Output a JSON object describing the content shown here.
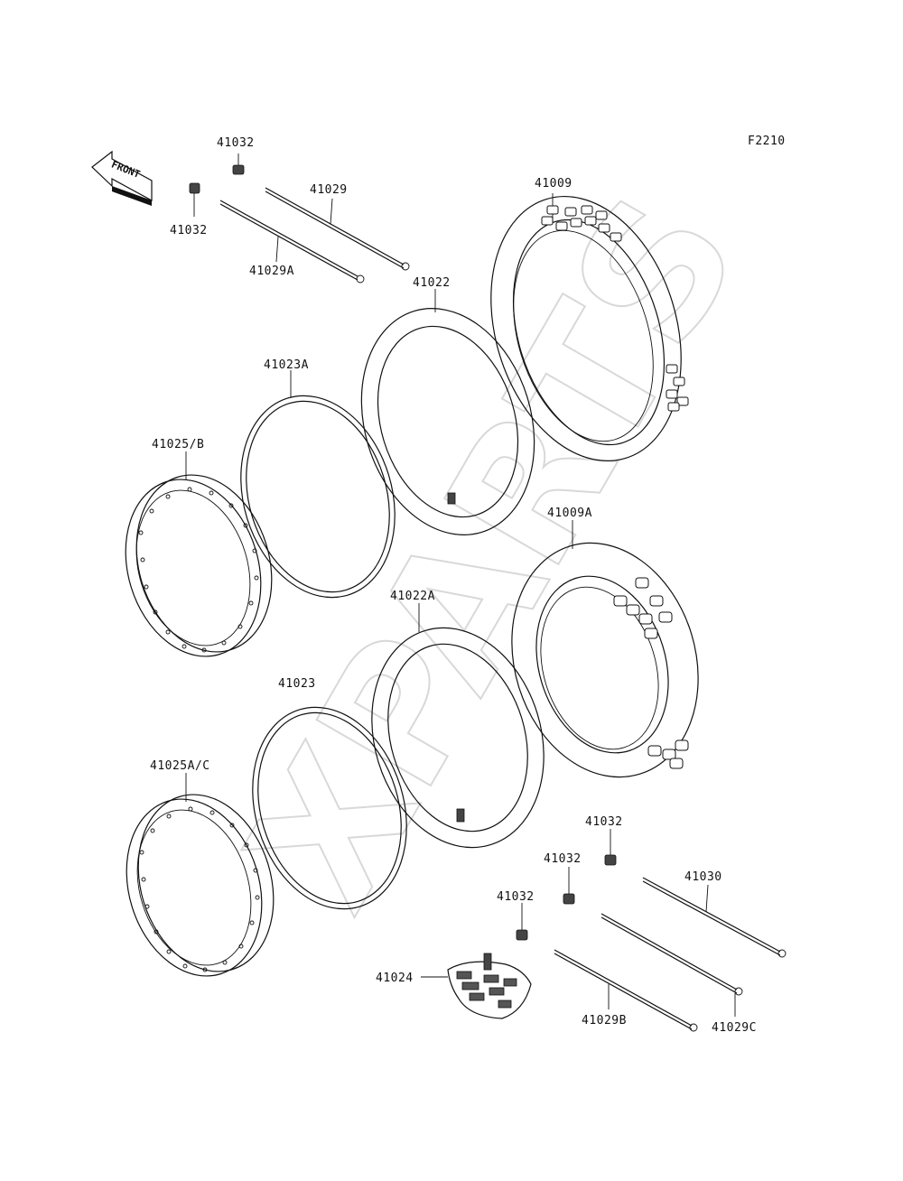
{
  "figure_code": "F2210",
  "watermark_text": "XPARTS",
  "front_indicator": "FRONT",
  "labels": {
    "p41032_top": "41032",
    "p41032_left": "41032",
    "p41029": "41029",
    "p41029A": "41029A",
    "p41009": "41009",
    "p41022": "41022",
    "p41023A": "41023A",
    "p41025B": "41025/B",
    "p41009A": "41009A",
    "p41022A": "41022A",
    "p41023": "41023",
    "p41025AC": "41025A/C",
    "p41032_r1": "41032",
    "p41032_r2": "41032",
    "p41032_r3": "41032",
    "p41030": "41030",
    "p41024": "41024",
    "p41029B": "41029B",
    "p41029C": "41029C"
  }
}
